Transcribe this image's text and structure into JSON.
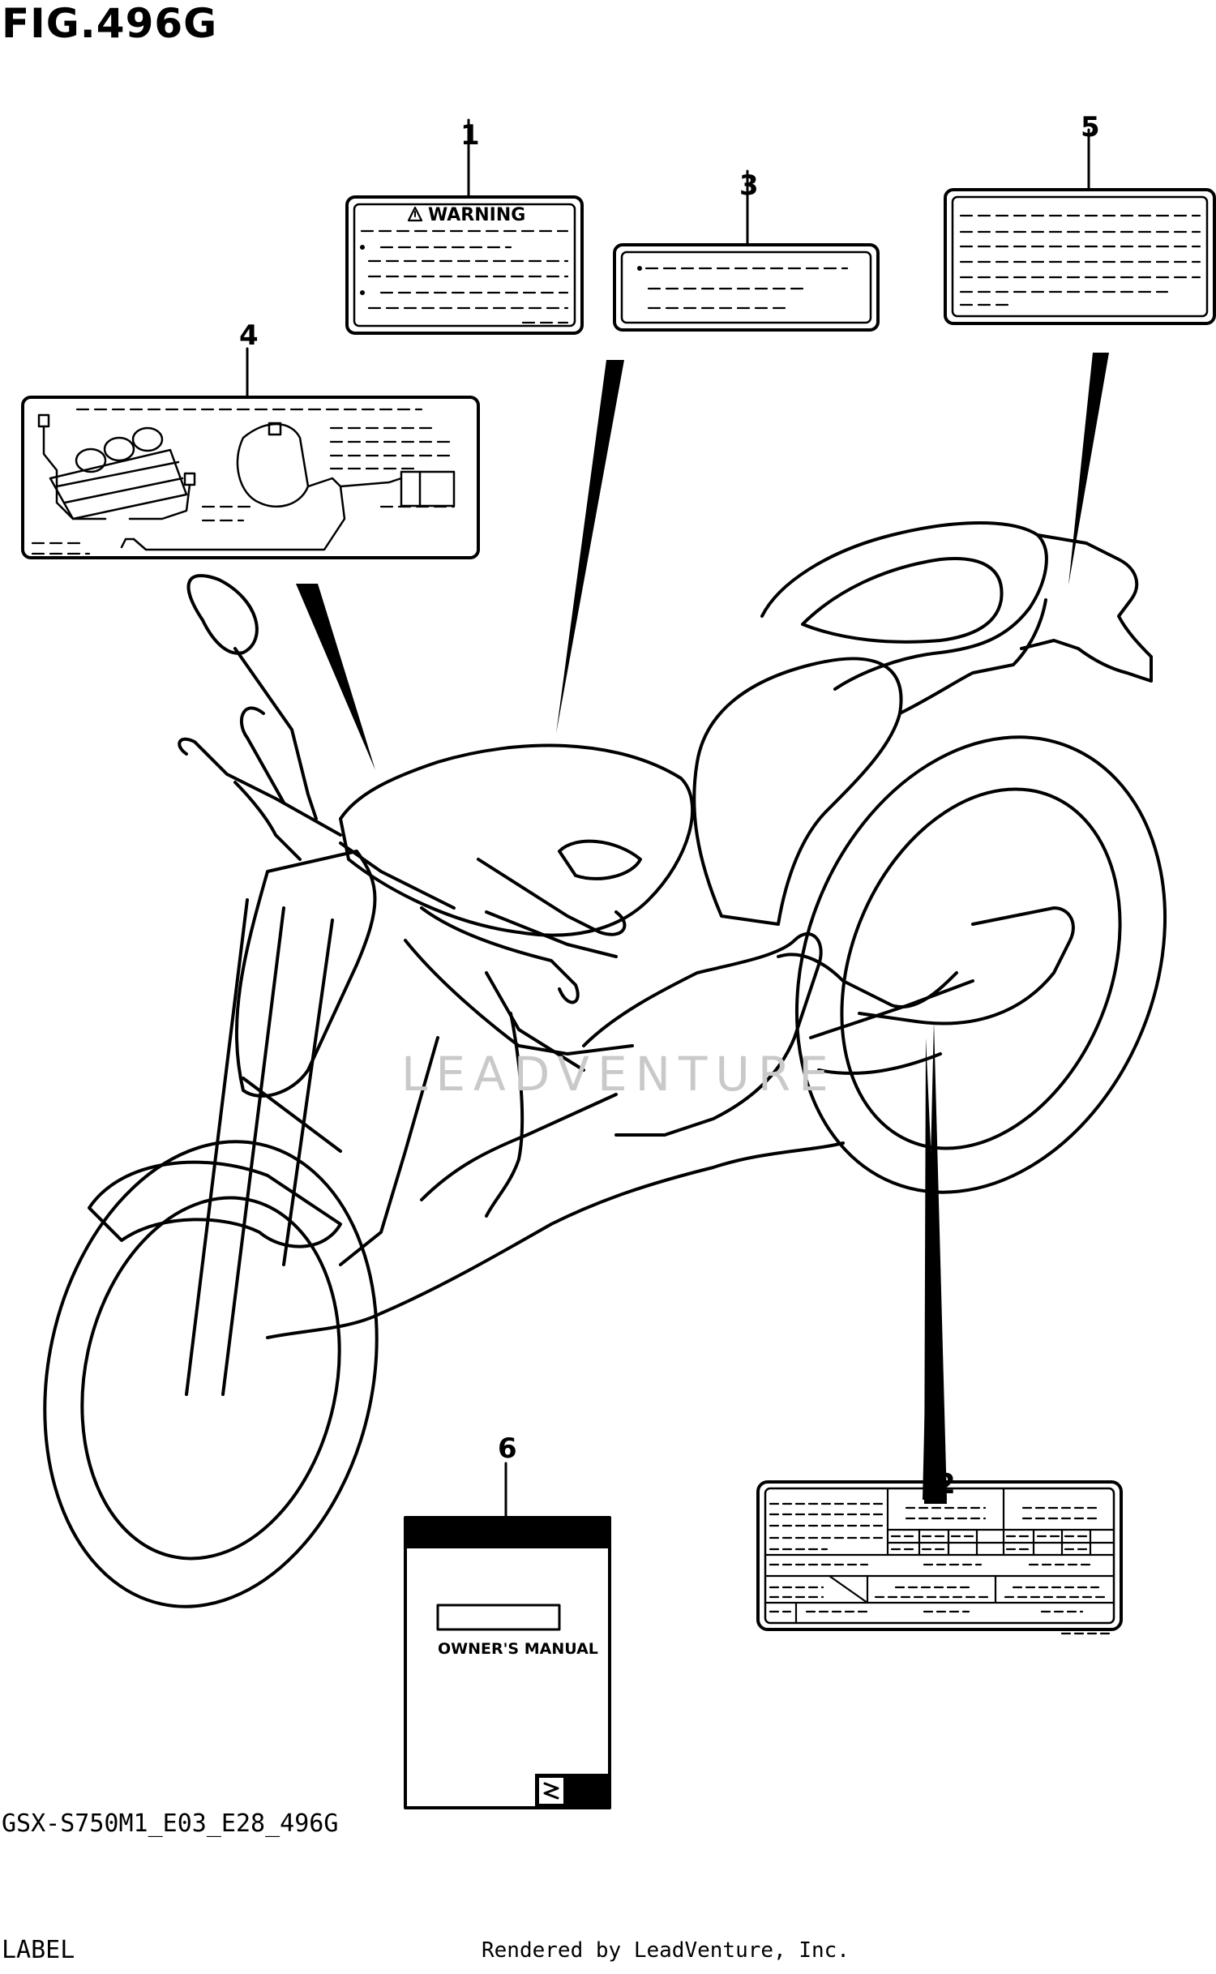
{
  "figure": {
    "title": "FIG.496G",
    "model_code": "GSX-S750M1_E03_E28_496G",
    "caption": "LABEL",
    "rendered_by": "Rendered by LeadVenture, Inc.",
    "watermark": "LEADVENTURE"
  },
  "callouts": [
    {
      "number": "1",
      "part": "warning-label"
    },
    {
      "number": "2",
      "part": "information-label"
    },
    {
      "number": "3",
      "part": "small-label"
    },
    {
      "number": "4",
      "part": "evap-hose-routing-label"
    },
    {
      "number": "5",
      "part": "text-label"
    },
    {
      "number": "6",
      "part": "owners-manual"
    }
  ],
  "label_texts": {
    "warning": "WARNING",
    "owners_manual": "OWNER'S MANUAL"
  },
  "icons": [
    "warning-triangle-icon",
    "suzuki-logo-icon",
    "motorcycle-outline-illustration"
  ],
  "colors": {
    "line": "#000000",
    "background": "#ffffff",
    "watermark": "#c9c9c9"
  }
}
